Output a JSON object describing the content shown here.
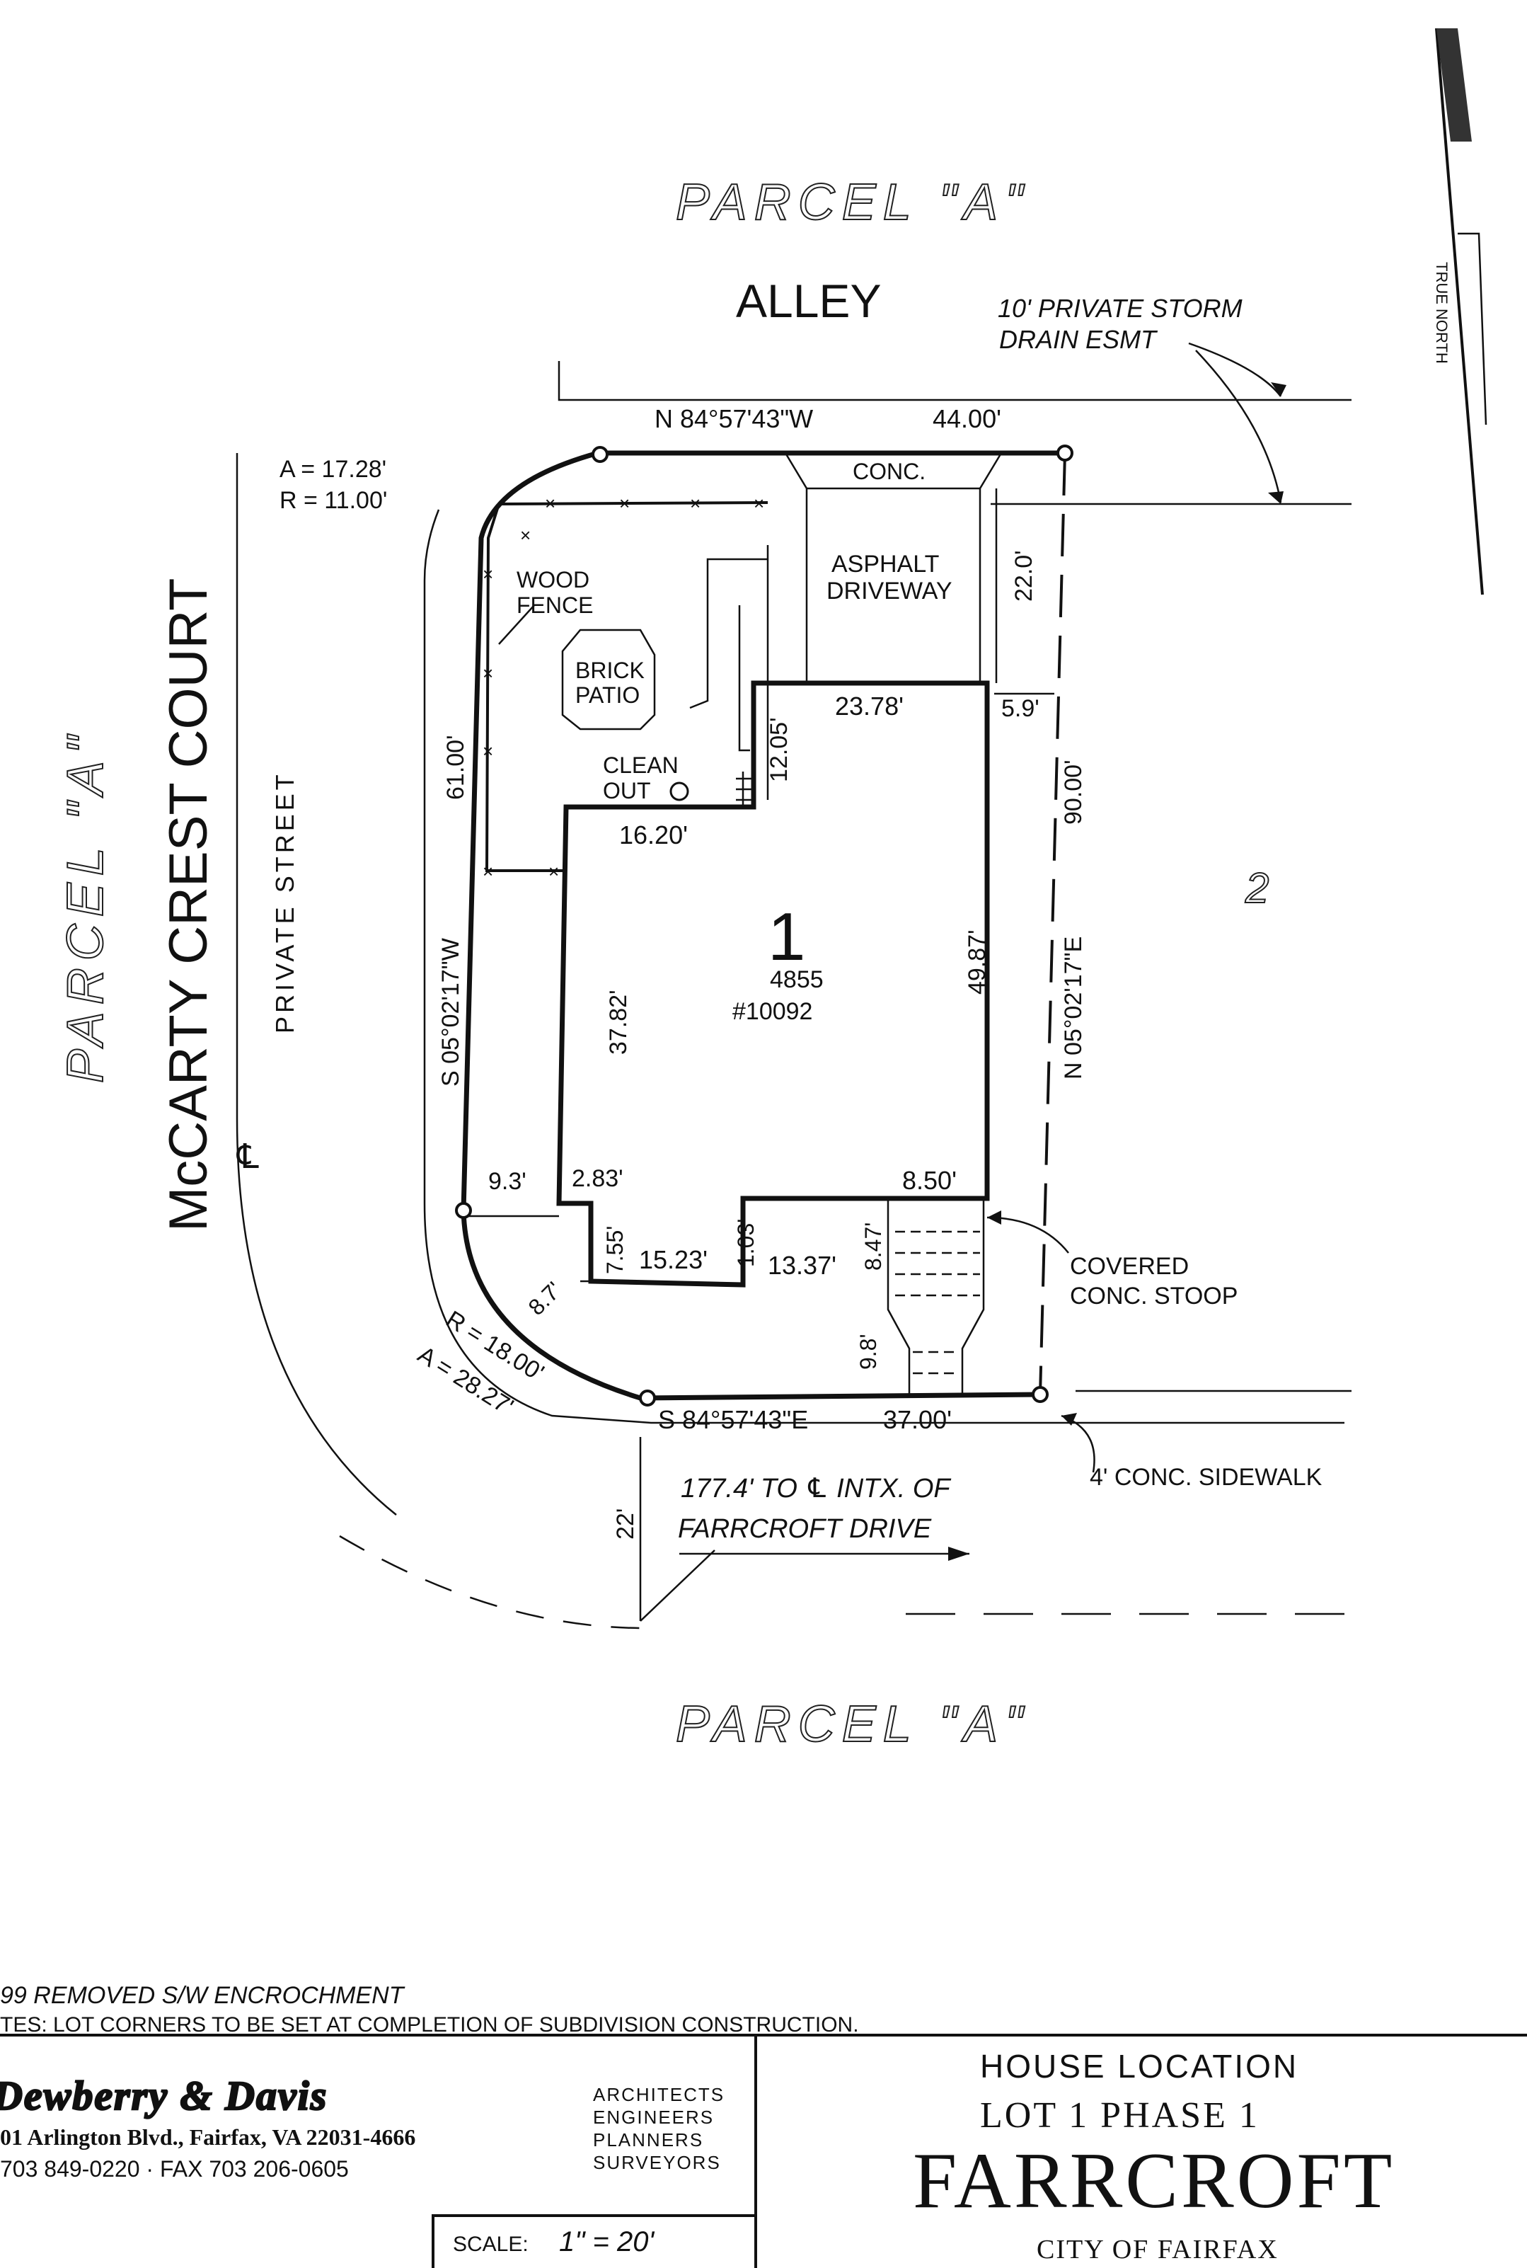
{
  "labels": {
    "parcel_top": "PARCEL \"A\"",
    "parcel_bottom": "PARCEL \"A\"",
    "parcel_left": "PARCEL \"A\"",
    "alley": "ALLEY",
    "storm_drain_1": "10' PRIVATE STORM",
    "storm_drain_2": "DRAIN ESMT",
    "true_north": "TRUE NORTH",
    "street_name": "McCARTY CREST COURT",
    "private_street": "PRIVATE STREET",
    "centerline": "℄",
    "curve_a_top": "A = 17.28'",
    "curve_r_top": "R = 11.00'",
    "wood_fence_1": "WOOD",
    "wood_fence_2": "FENCE",
    "brick_patio_1": "BRICK",
    "brick_patio_2": "PATIO",
    "clean_out_1": "CLEAN",
    "clean_out_2": "OUT",
    "conc": "CONC.",
    "asphalt_1": "ASPHALT",
    "asphalt_2": "DRIVEWAY",
    "lot_number": "1",
    "lot_area": "4855",
    "lot_id": "#10092",
    "adjacent_lot": "2",
    "stoop_1": "COVERED",
    "stoop_2": "CONC. STOOP",
    "sidewalk": "4' CONC. SIDEWALK",
    "curve_r_bottom": "R = 18.00'",
    "curve_a_bottom": "A = 28.27'",
    "intx_1": "177.4' TO ℄ INTX. OF",
    "intx_2": "FARRCROFT DRIVE",
    "street_width": "22'"
  },
  "dimensions": {
    "north_bearing": "N 84°57'43\"W",
    "north_length": "44.00'",
    "south_bearing": "S 84°57'43\"E",
    "south_length": "37.00'",
    "west_bearing": "S 05°02'17\"W",
    "west_length": "61.00'",
    "east_bearing": "N 05°02'17\"E",
    "east_length": "90.00'",
    "drive_width": "22.0'",
    "house_rear": "23.78'",
    "rear_setback": "5.9'",
    "rear_offset": "12.05'",
    "house_rear_left": "16.20'",
    "house_left": "37.82'",
    "house_right": "49.87'",
    "side_setback": "9.3'",
    "jog_small": "2.83'",
    "front_right": "8.50'",
    "jog_left": "7.55'",
    "front_left": "15.23'",
    "jog_mid": "1.03'",
    "front_mid": "13.37'",
    "stoop_depth": "8.47'",
    "corner_dist": "8.7'",
    "front_setback": "9.8'"
  },
  "notes": {
    "revision": "99 REMOVED S/W ENCROCHMENT",
    "lot_corners": "TES: LOT CORNERS TO BE SET AT COMPLETION OF SUBDIVISION CONSTRUCTION."
  },
  "title_block": {
    "firm": "Dewberry & Davis",
    "address": "01 Arlington Blvd., Fairfax, VA 22031-4666",
    "phone": "703 849-0220 · FAX 703 206-0605",
    "disciplines": [
      "ARCHITECTS",
      "ENGINEERS",
      "PLANNERS",
      "SURVEYORS"
    ],
    "scale_label": "SCALE:",
    "scale_value": "1\" = 20'",
    "title_1": "HOUSE LOCATION",
    "title_2": "LOT 1   PHASE 1",
    "project": "FARRCROFT",
    "city": "CITY OF FAIRFAX"
  }
}
